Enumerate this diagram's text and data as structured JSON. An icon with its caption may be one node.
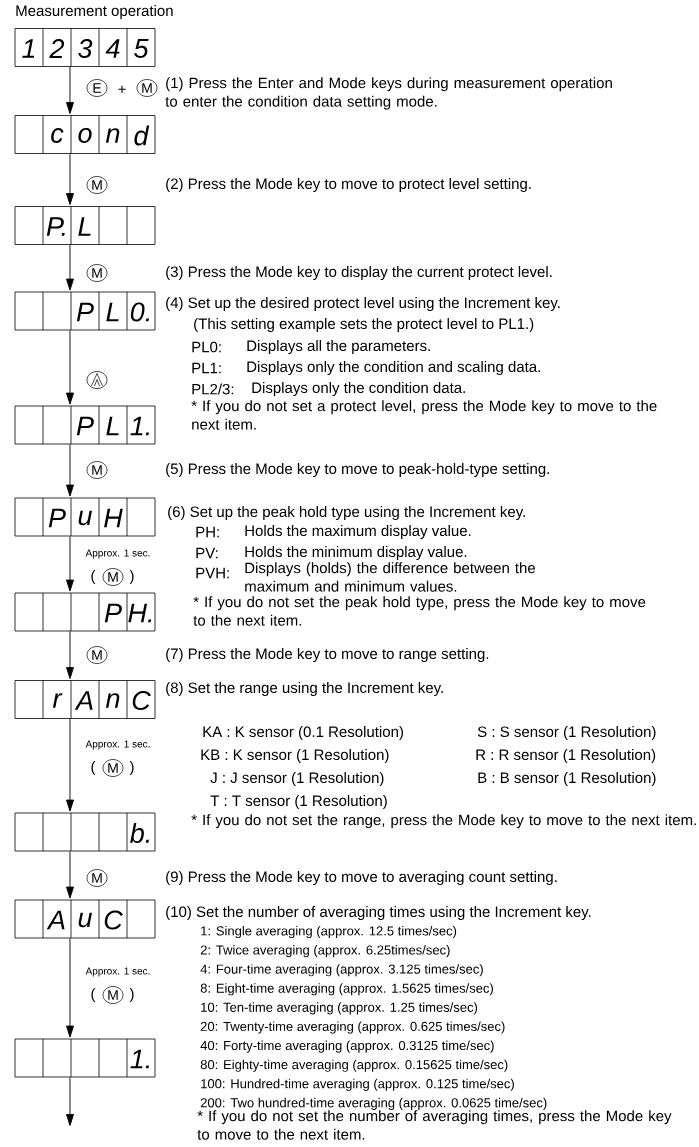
{
  "diagram": {
    "title": "Measurement operation",
    "nodes": [
      {
        "text": [
          "1",
          "2",
          "3",
          "4",
          "5"
        ]
      },
      {
        "text": [
          "c",
          "o",
          "n",
          "d"
        ]
      },
      {
        "text": [
          "P.",
          "L"
        ]
      },
      {
        "text": [
          "P",
          "L",
          "0."
        ]
      },
      {
        "text": [
          "P",
          "L",
          "1."
        ]
      },
      {
        "text": [
          "P",
          "u",
          "H"
        ]
      },
      {
        "text": [
          "P",
          "H."
        ]
      },
      {
        "text": [
          "r",
          "A",
          "n",
          "C"
        ]
      },
      {
        "text": [
          "b."
        ]
      },
      {
        "text": [
          "A",
          "u",
          "C"
        ]
      },
      {
        "text": [
          "1."
        ]
      }
    ],
    "edges": [
      {
        "from": 0,
        "to": 1,
        "arrow": "to"
      },
      {
        "from": 1,
        "to": 2,
        "arrow": "to"
      },
      {
        "from": 2,
        "to": 3,
        "arrow": "to"
      },
      {
        "from": 3,
        "to": 4,
        "arrow": "to"
      },
      {
        "from": 4,
        "to": 5,
        "arrow": "to"
      },
      {
        "from": 5,
        "to": 6,
        "arrow": "to",
        "label": "Approx. 1 sec."
      },
      {
        "from": 6,
        "to": 7,
        "arrow": "to"
      },
      {
        "from": 7,
        "to": 8,
        "arrow": "to",
        "label": "Approx. 1 sec."
      },
      {
        "from": 8,
        "to": 9,
        "arrow": "to"
      },
      {
        "from": 9,
        "to": 10,
        "arrow": "to",
        "label": "Approx. 1 sec."
      },
      {
        "from": 10,
        "to": null,
        "arrow": "to"
      }
    ],
    "labels": [
      "E",
      "+",
      "M",
      "(1) Press the Enter and Mode keys during measurement operation to enter the condition data setting mode.",
      "M",
      "(2) Press the Mode key to move to protect level setting.",
      "M",
      "(3) Press the Mode key to display the current protect level.",
      "(4) Set up the desired protect level using the Increment key.",
      "(This setting example sets the protect level to PL1.)",
      "PL0:",
      "Displays all the parameters.",
      "PL1:",
      "Displays only the condition and scaling data.",
      "PL2/3:",
      "Displays only the condition data.",
      "* If you do not set a protect level, press the Mode key to move to the next item.",
      "M",
      "(5) Press the Mode key to move to peak-hold-type setting.",
      "(6) Set up the peak hold type using the Increment key.",
      "PH:",
      "Holds the maximum display value.",
      "PV:",
      "Holds the minimum display value.",
      "PVH:",
      "Displays (holds) the difference between the maximum and minimum values.",
      "(",
      "M",
      ")",
      "* If you do not set the peak hold type, press the Mode key to move to the next item.",
      "M",
      "(7) Press the Mode key to move to range setting.",
      "(8) Set the range using the Increment key.",
      "KA : K sensor (0.1 Resolution)",
      "S : S sensor (1 Resolution)",
      "KB : K sensor (1 Resolution)",
      "R : R sensor (1 Resolution)",
      "J : J sensor (1 Resolution)",
      "B : B sensor (1 Resolution)",
      "T : T sensor (1 Resolution)",
      "(",
      "M",
      ")",
      "* If you do not set the range, press the Mode key to move to the next item.",
      "M",
      "(9) Press the Mode key to move to averaging count setting.",
      "(10) Set the number of averaging times using the Increment key.",
      "1: Single averaging (approx. 12.5 times/sec)",
      "2: Twice averaging (approx. 6.25times/sec)",
      "4: Four-time averaging (approx. 3.125 times/sec)",
      "8: Eight-time averaging (approx. 1.5625 times/sec)",
      "10: Ten-time averaging (approx. 1.25 times/sec)",
      "20: Twenty-time averaging (approx. 0.625 times/sec)",
      "40: Forty-time averaging (approx. 0.3125 time/sec)",
      "80: Eighty-time averaging (approx. 0.15625 time/sec)",
      "100: Hundred-time averaging (approx. 0.125 time/sec)",
      "200: Two hundred-time averaging (approx. 0.0625 time/sec)",
      "(",
      "M",
      ")",
      "* If you do not set the number of averaging times, press the Mode key to move to the next item."
    ]
  }
}
